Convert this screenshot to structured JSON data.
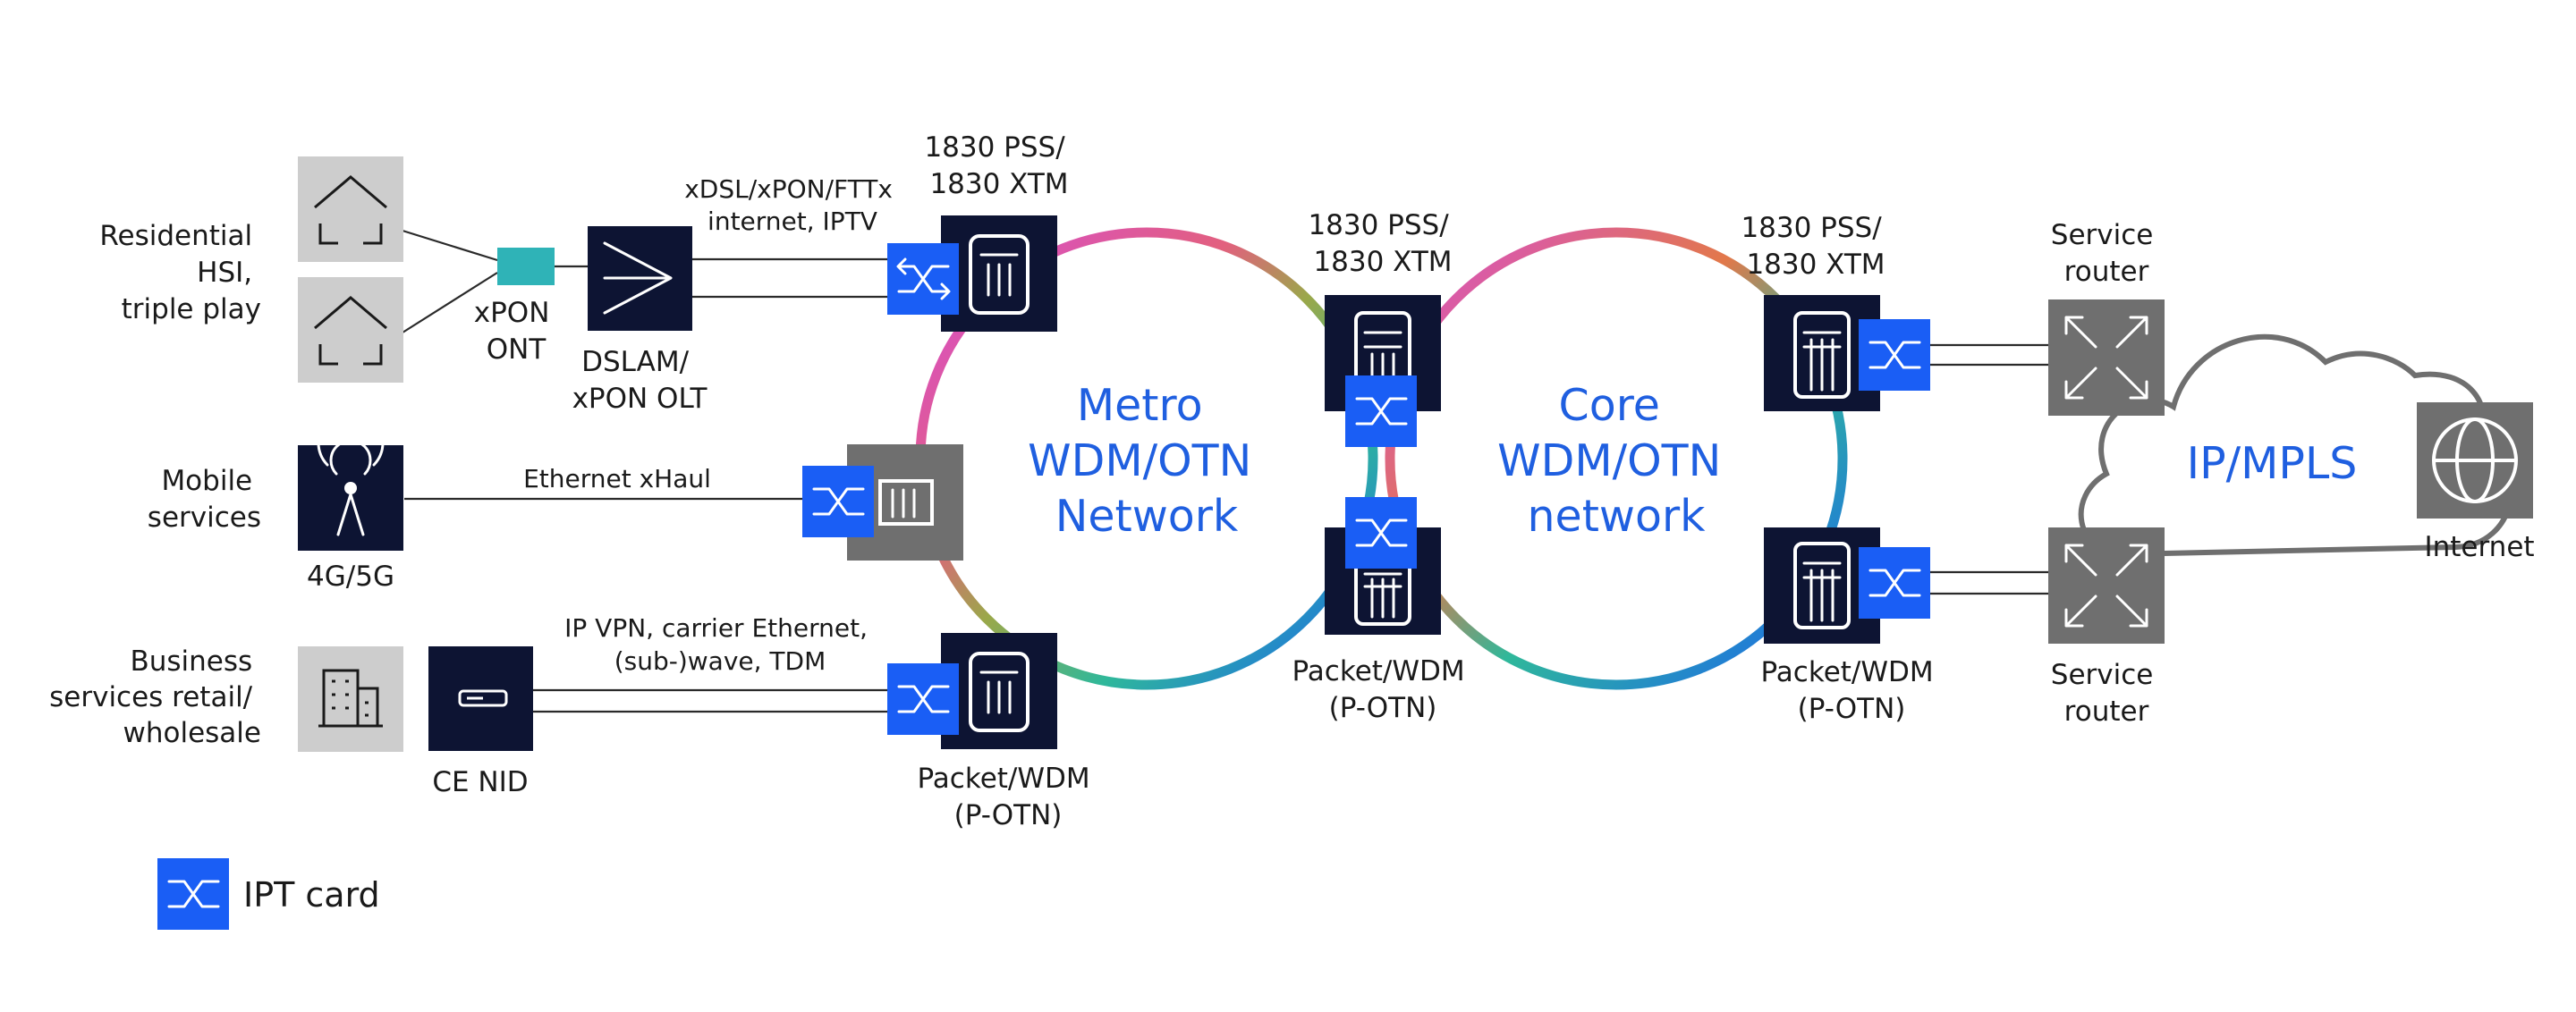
{
  "labels": {
    "residential": [
      "Residential",
      "HSI,",
      "triple play"
    ],
    "mobile": [
      "Mobile",
      "services"
    ],
    "business": [
      "Business",
      "services retail/",
      "wholesale"
    ],
    "xpon_ont": [
      "xPON",
      "ONT"
    ],
    "dslam": [
      "DSLAM/",
      "xPON OLT"
    ],
    "g45": "4G/5G",
    "ce_nid": "CE NID",
    "link_top": [
      "xDSL/xPON/FTTx",
      "internet, IPTV"
    ],
    "link_mid": "Ethernet xHaul",
    "link_bot": [
      "IP VPN, carrier Ethernet,",
      "(sub-)wave, TDM"
    ],
    "node_top_left": [
      "1830 PSS/",
      "1830 XTM"
    ],
    "node_bot_left": [
      "Packet/WDM",
      "(P-OTN)"
    ],
    "node_mid_top": [
      "1830 PSS/",
      "1830 XTM"
    ],
    "node_mid_bot": [
      "Packet/WDM",
      "(P-OTN)"
    ],
    "node_right_top": [
      "1830 PSS/",
      "1830 XTM"
    ],
    "node_right_bot": [
      "Packet/WDM",
      "(P-OTN)"
    ],
    "service_router_top": [
      "Service",
      "router"
    ],
    "service_router_bot": [
      "Service",
      "router"
    ],
    "internet": "Internet"
  },
  "networks": {
    "metro": [
      "Metro",
      "WDM/OTN",
      "Network"
    ],
    "core": [
      "Core",
      "WDM/OTN",
      "network"
    ],
    "ipmpls": "IP/MPLS"
  },
  "legend": {
    "ipt_card": "IPT card"
  },
  "colors": {
    "navy": "#0d1433",
    "ipt_blue": "#1a5ef5",
    "network_text": "#1f5fe0",
    "light_grey": "#cdcdcd",
    "dark_grey": "#6f6f6f"
  }
}
